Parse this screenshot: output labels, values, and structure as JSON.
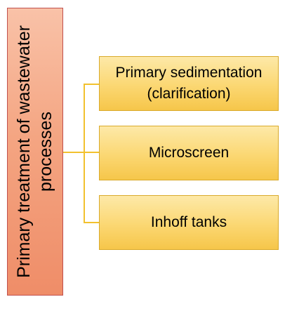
{
  "diagram": {
    "root": {
      "label": "Primary treatment of wastewater processes"
    },
    "children": [
      {
        "label": "Primary sedimentation (clarification)"
      },
      {
        "label": "Microscreen"
      },
      {
        "label": "Inhoff tanks"
      }
    ],
    "colors": {
      "root_fill": "#f4a582",
      "root_border": "#c0504d",
      "child_fill": "#fbd772",
      "child_border": "#d9aa2c",
      "connector": "#f2c12e"
    }
  }
}
